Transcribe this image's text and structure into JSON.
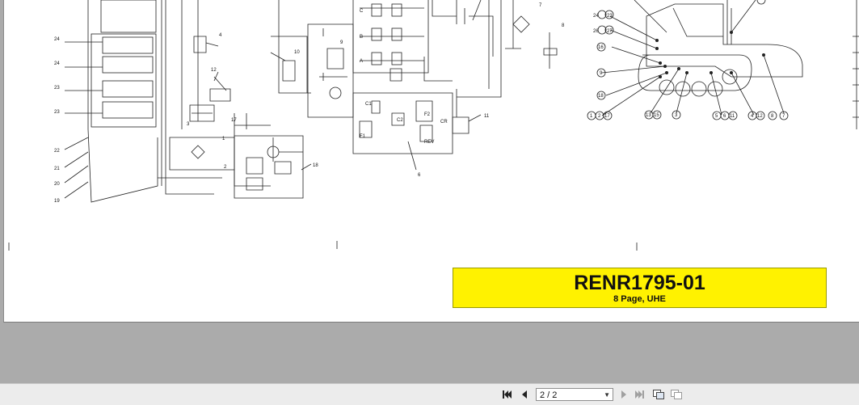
{
  "document": {
    "id": "RENR1795-01",
    "subtitle": "8 Page, UHE"
  },
  "schematic": {
    "left_labels": [
      "24",
      "24",
      "23",
      "23",
      "22",
      "21",
      "20",
      "19"
    ],
    "component_labels": [
      "1",
      "2",
      "3",
      "4",
      "6",
      "7",
      "8",
      "9",
      "10",
      "11",
      "12",
      "17",
      "18"
    ],
    "machine_callouts_top": [
      "24",
      "23",
      "26",
      "27"
    ],
    "machine_callouts_left": [
      "16",
      "9",
      "18"
    ],
    "machine_callouts_bottom": [
      "1",
      "2",
      "17",
      "13",
      "15",
      "3",
      "5",
      "6",
      "11",
      "4",
      "12",
      "8",
      "7"
    ],
    "valve_letters": [
      "A",
      "B",
      "C",
      "C1",
      "C2",
      "CR",
      "F1",
      "F2",
      "REV"
    ]
  },
  "toolbar": {
    "page_value": "2 / 2",
    "icons": [
      "first-page-icon",
      "previous-page-icon",
      "next-page-icon",
      "last-page-icon",
      "copy-page-icon",
      "single-page-view-icon"
    ]
  }
}
